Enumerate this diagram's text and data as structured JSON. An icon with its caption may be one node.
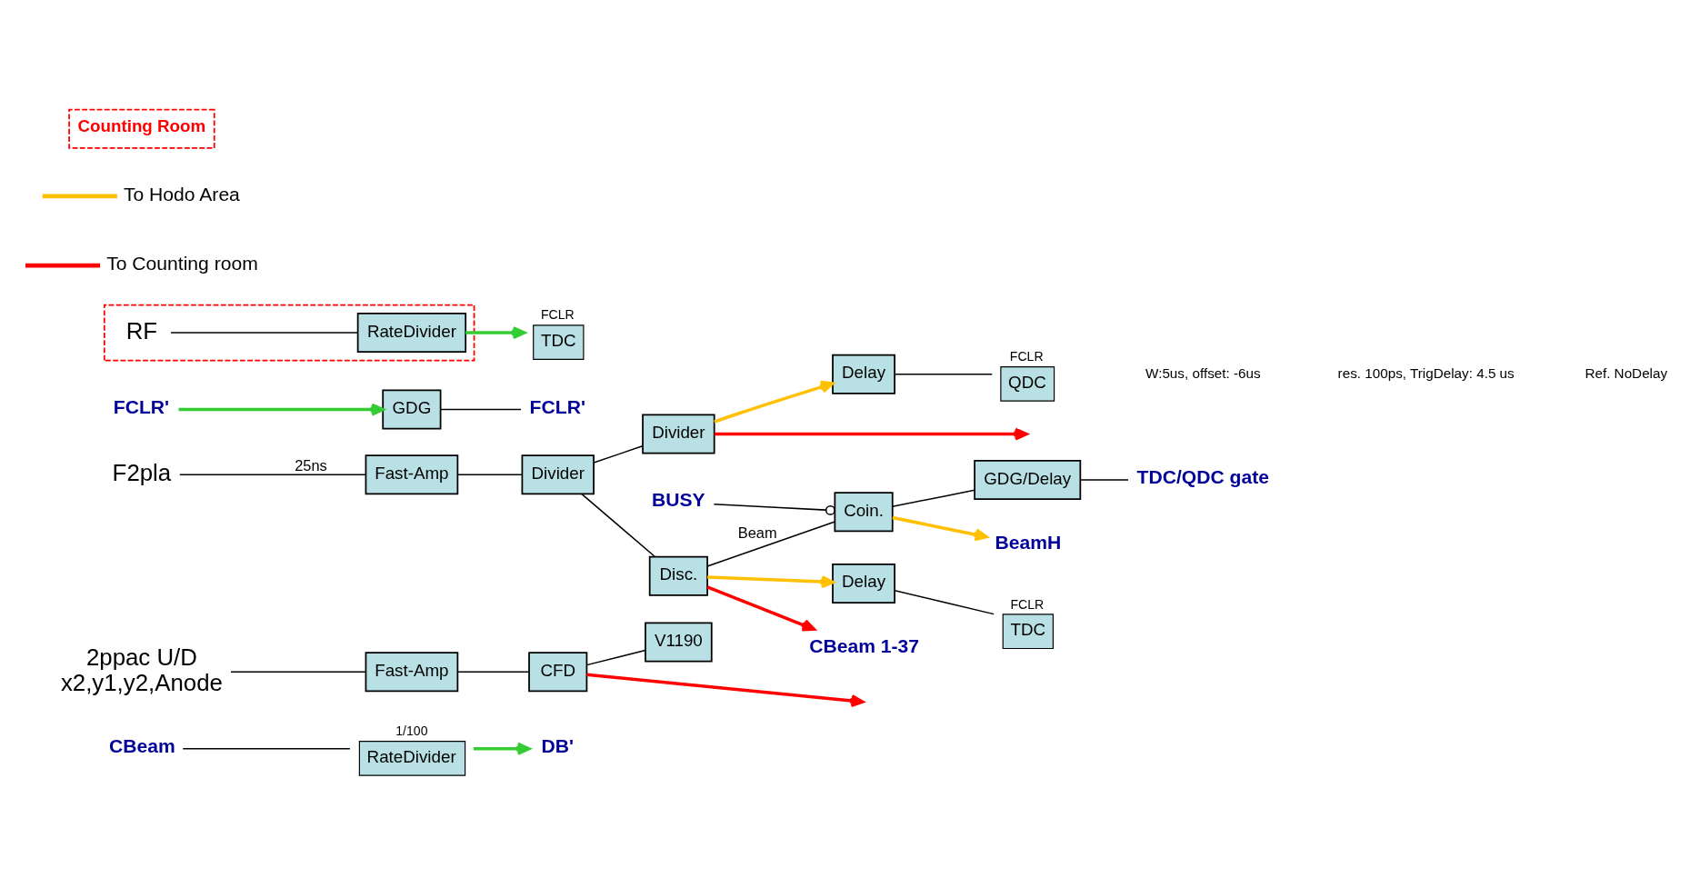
{
  "diagram": {
    "nodes": [
      {
        "text": [],
        "shape": "box"
      },
      {
        "text": [
          "RF"
        ],
        "in": 0
      },
      {
        "text": [
          "RateDivider"
        ],
        "in": 0
      },
      {
        "text": [
          "TDC"
        ],
        "beside": [
          "FCLR"
        ]
      },
      {
        "text": [
          "FCLR'"
        ]
      },
      {
        "text": [
          "GDG"
        ]
      },
      {
        "text": [
          "FCLR'"
        ]
      },
      {
        "text": [
          "F2pla"
        ]
      },
      {
        "text": [
          "Fast-Amp"
        ]
      },
      {
        "text": [
          "Divider"
        ]
      },
      {
        "text": [
          "Disc."
        ]
      },
      {
        "text": [
          "Coin."
        ]
      },
      {
        "text": [
          "BUSY"
        ]
      },
      {
        "text": [
          "BeamH"
        ]
      },
      {
        "text": [
          "GDG/Delay"
        ]
      },
      {
        "text": [
          "TDC/QDC gate"
        ]
      },
      {
        "text": [
          "CBeam 1-37"
        ]
      },
      {
        "text": [
          "Delay"
        ]
      },
      {
        "text": [
          "TDC"
        ],
        "beside": [
          "FCLR"
        ]
      },
      {
        "text": [
          "Divider"
        ]
      },
      {
        "text": [
          "Delay"
        ]
      },
      {
        "text": [
          "QDC"
        ],
        "beside": [
          "FCLR"
        ]
      },
      {
        "text": [
          "2ppac U/D",
          "x2,y1,y2,Anode"
        ]
      },
      {
        "text": [
          "Fast-Amp"
        ]
      },
      {
        "text": [
          "CFD"
        ]
      },
      {
        "text": [
          "V1190"
        ]
      },
      {
        "text": [
          "CBeam"
        ]
      },
      {
        "text": [
          "RateDivider"
        ],
        "beside": [
          "1/100"
        ]
      },
      {
        "text": [
          "DB'"
        ]
      }
    ],
    "edges": [
      {
        "from": 1,
        "to": 2,
        "arrow": "none"
      },
      {
        "from": 2,
        "to": 3,
        "arrow": "to",
        "color": "#33cc33"
      },
      {
        "from": 4,
        "to": 5,
        "arrow": "to",
        "color": "#33cc33"
      },
      {
        "from": 5,
        "to": 6,
        "arrow": "none"
      },
      {
        "from": 7,
        "to": 8,
        "arrow": "none",
        "label": "25ns"
      },
      {
        "from": 8,
        "to": 9,
        "arrow": "none"
      },
      {
        "from": 9,
        "to": 10,
        "arrow": "none"
      },
      {
        "from": 10,
        "to": 11,
        "arrow": "none",
        "label": "Beam"
      },
      {
        "from": 12,
        "to": 11,
        "arrow": "other"
      },
      {
        "from": 11,
        "to": 13,
        "arrow": "to",
        "color": "#ffc000"
      },
      {
        "from": 11,
        "to": 14,
        "arrow": "none"
      },
      {
        "from": 14,
        "to": 15,
        "arrow": "none"
      },
      {
        "from": 10,
        "to": 16,
        "arrow": "to",
        "color": "#ff0000"
      },
      {
        "from": 10,
        "to": 17,
        "arrow": "to",
        "color": "#ffc000"
      },
      {
        "from": 17,
        "to": 18,
        "arrow": "none"
      },
      {
        "from": 9,
        "to": 19,
        "arrow": "none"
      },
      {
        "from": 19,
        "to": null,
        "arrow": "to",
        "color": "#ff0000"
      },
      {
        "from": 19,
        "to": 20,
        "arrow": "to",
        "color": "#ffc000"
      },
      {
        "from": 20,
        "to": 21,
        "arrow": "none"
      },
      {
        "from": 22,
        "to": 23,
        "arrow": "none"
      },
      {
        "from": 23,
        "to": 24,
        "arrow": "none"
      },
      {
        "from": 24,
        "to": null,
        "arrow": "to",
        "color": "#ff0000"
      },
      {
        "from": 24,
        "to": 25,
        "arrow": "none"
      },
      {
        "from": 26,
        "to": 27,
        "arrow": "none"
      },
      {
        "from": 27,
        "to": 28,
        "arrow": "to",
        "color": "#33cc33"
      }
    ],
    "labels": [
      "W:5us, offset: -6us",
      "res. 100ps, TrigDelay: 4.5 us",
      "Ref. NoDelay"
    ],
    "legend": [
      {
        "text": "Counting Room"
      },
      {
        "text": "To Hodo Area"
      },
      {
        "text": "To Counting room"
      }
    ]
  }
}
